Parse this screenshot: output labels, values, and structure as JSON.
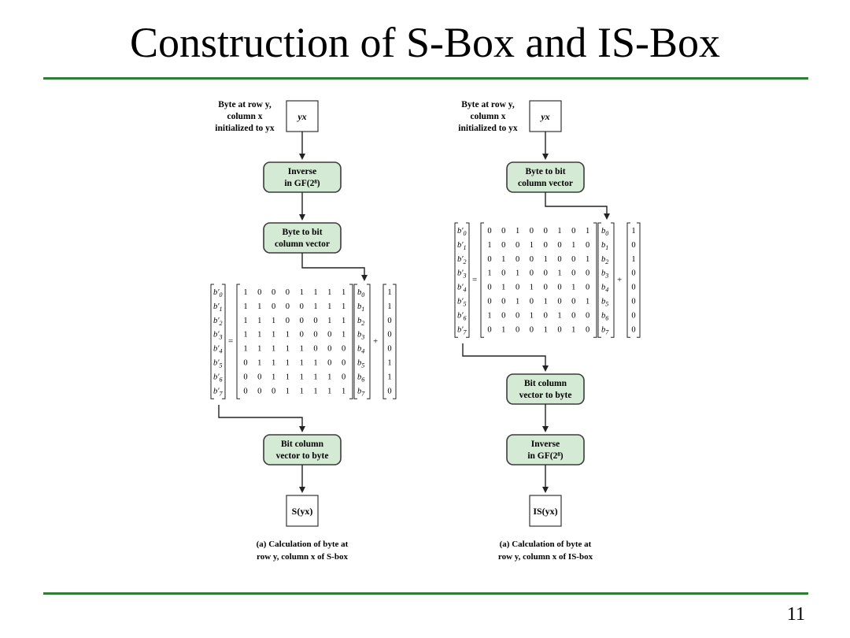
{
  "slide": {
    "title": "Construction of S-Box and IS-Box",
    "page_number": "11"
  },
  "sbox": {
    "input_desc": [
      "Byte at row y,",
      "column x",
      "initialized to yx"
    ],
    "input_value": "yx",
    "step1": [
      "Inverse",
      "in GF(2⁸)"
    ],
    "step2": [
      "Byte to bit",
      "column vector"
    ],
    "equals": "=",
    "plus": "+",
    "out_vars": [
      "b′0",
      "b′1",
      "b′2",
      "b′3",
      "b′4",
      "b′5",
      "b′6",
      "b′7"
    ],
    "matrix": [
      [
        "1",
        "0",
        "0",
        "0",
        "1",
        "1",
        "1",
        "1"
      ],
      [
        "1",
        "1",
        "0",
        "0",
        "0",
        "1",
        "1",
        "1"
      ],
      [
        "1",
        "1",
        "1",
        "0",
        "0",
        "0",
        "1",
        "1"
      ],
      [
        "1",
        "1",
        "1",
        "1",
        "0",
        "0",
        "0",
        "1"
      ],
      [
        "1",
        "1",
        "1",
        "1",
        "1",
        "0",
        "0",
        "0"
      ],
      [
        "0",
        "1",
        "1",
        "1",
        "1",
        "1",
        "0",
        "0"
      ],
      [
        "0",
        "0",
        "1",
        "1",
        "1",
        "1",
        "1",
        "0"
      ],
      [
        "0",
        "0",
        "0",
        "1",
        "1",
        "1",
        "1",
        "1"
      ]
    ],
    "in_vars": [
      "b0",
      "b1",
      "b2",
      "b3",
      "b4",
      "b5",
      "b6",
      "b7"
    ],
    "constant": [
      "1",
      "1",
      "0",
      "0",
      "0",
      "1",
      "1",
      "0"
    ],
    "step3": [
      "Bit column",
      "vector to byte"
    ],
    "output": "S(yx)",
    "caption": [
      "(a) Calculation of byte at",
      "row y, column x of S-box"
    ]
  },
  "isbox": {
    "input_desc": [
      "Byte at row y,",
      "column x",
      "initialized to yx"
    ],
    "input_value": "yx",
    "step1": [
      "Byte to bit",
      "column vector"
    ],
    "equals": "=",
    "plus": "+",
    "out_vars": [
      "b′0",
      "b′1",
      "b′2",
      "b′3",
      "b′4",
      "b′5",
      "b′6",
      "b′7"
    ],
    "matrix": [
      [
        "0",
        "0",
        "1",
        "0",
        "0",
        "1",
        "0",
        "1"
      ],
      [
        "1",
        "0",
        "0",
        "1",
        "0",
        "0",
        "1",
        "0"
      ],
      [
        "0",
        "1",
        "0",
        "0",
        "1",
        "0",
        "0",
        "1"
      ],
      [
        "1",
        "0",
        "1",
        "0",
        "0",
        "1",
        "0",
        "0"
      ],
      [
        "0",
        "1",
        "0",
        "1",
        "0",
        "0",
        "1",
        "0"
      ],
      [
        "0",
        "0",
        "1",
        "0",
        "1",
        "0",
        "0",
        "1"
      ],
      [
        "1",
        "0",
        "0",
        "1",
        "0",
        "1",
        "0",
        "0"
      ],
      [
        "0",
        "1",
        "0",
        "0",
        "1",
        "0",
        "1",
        "0"
      ]
    ],
    "in_vars": [
      "b0",
      "b1",
      "b2",
      "b3",
      "b4",
      "b5",
      "b6",
      "b7"
    ],
    "constant": [
      "1",
      "0",
      "1",
      "0",
      "0",
      "0",
      "0",
      "0"
    ],
    "step2": [
      "Bit column",
      "vector to byte"
    ],
    "step3": [
      "Inverse",
      "in GF(2⁸)"
    ],
    "output": "IS(yx)",
    "caption": [
      "(a) Calculation of byte at",
      "row y, column x of IS-box"
    ]
  }
}
